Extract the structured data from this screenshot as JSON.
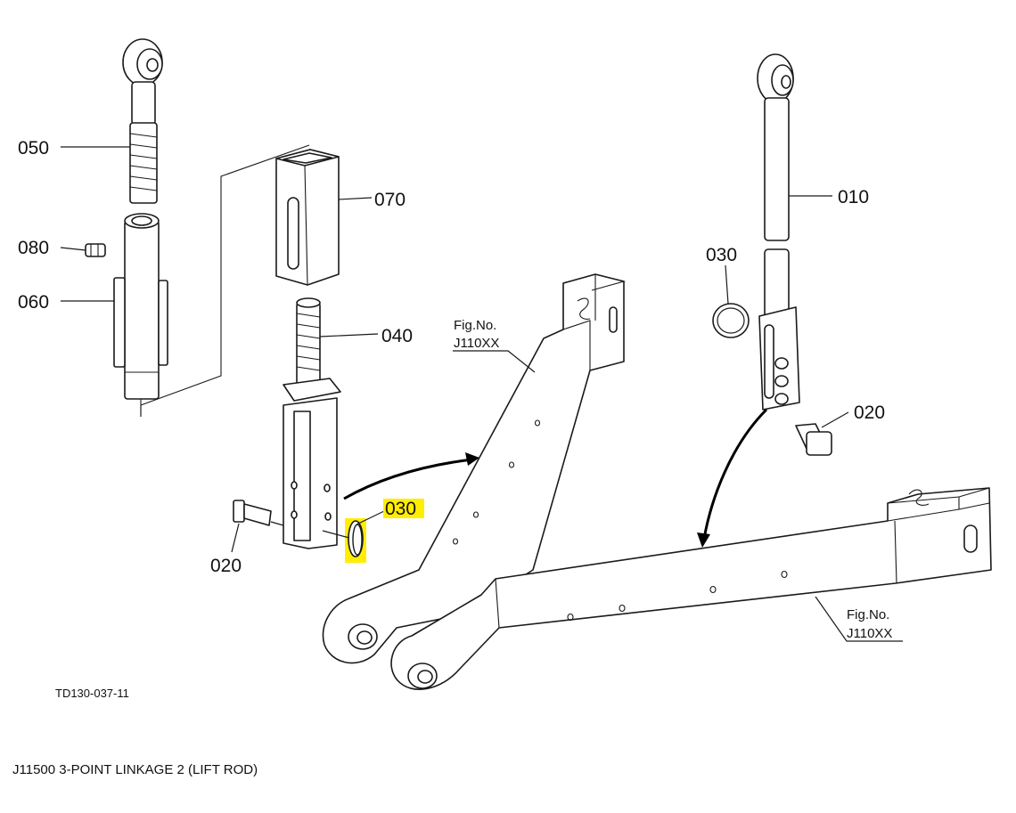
{
  "callouts": {
    "c050": "050",
    "c080": "080",
    "c060": "060",
    "c070": "070",
    "c040": "040",
    "c020_left": "020",
    "c030_highlighted": "030",
    "c010": "010",
    "c030_right": "030",
    "c020_right": "020"
  },
  "fig_refs": [
    {
      "label": "Fig.No.",
      "number": "J110XX"
    },
    {
      "label": "Fig.No.",
      "number": "J110XX"
    }
  ],
  "drawing_code": "TD130-037-11",
  "caption": "J11500 3-POINT LINKAGE 2 (LIFT ROD)",
  "colors": {
    "highlight": "#ffee00",
    "line": "#1a1a1a",
    "background": "#ffffff"
  }
}
